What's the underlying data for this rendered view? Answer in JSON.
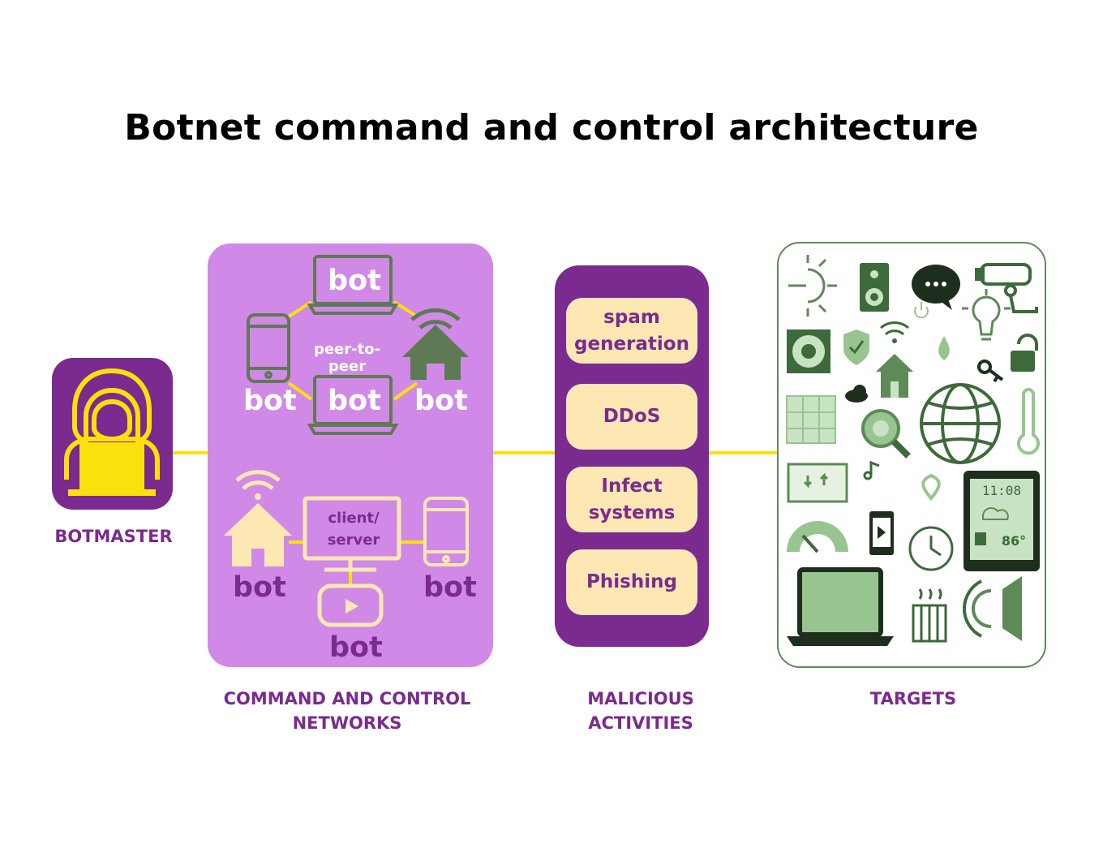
{
  "title": "Botnet command and control architecture",
  "labels": {
    "botmaster": "BOTMASTER",
    "cnc": "COMMAND AND CONTROL NETWORKS",
    "malicious": "MALICIOUS ACTIVITIES",
    "targets": "TARGETS"
  },
  "cnc": {
    "p2p_label": "peer-to-peer",
    "client_server_label": "client/ server",
    "bot_label": "bot"
  },
  "activities": [
    "spam generation",
    "DDoS",
    "Infect systems",
    "Phishing"
  ],
  "targets_clock": "11:08",
  "targets_temp": "86°",
  "colors": {
    "purple": "#7b2a8f",
    "lavender": "#d089e6",
    "yellow": "#fbe10b",
    "cream": "#fde8b3",
    "green": "#5e8a57",
    "light_green": "#98c58f"
  }
}
